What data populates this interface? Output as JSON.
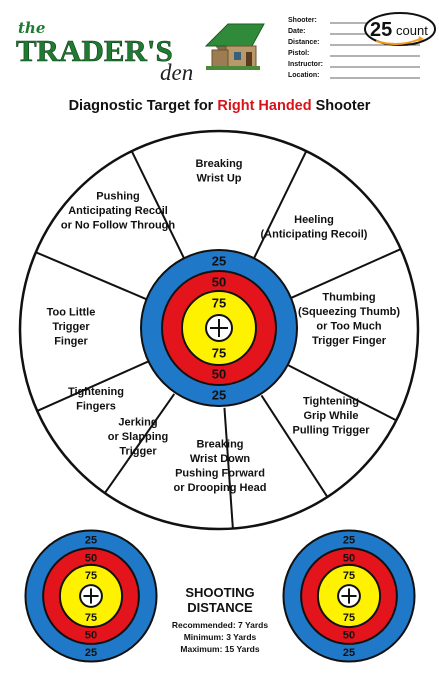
{
  "logo": {
    "the": "the",
    "main": "TRADER'S",
    "den": "den"
  },
  "fields": [
    "Shooter:",
    "Date:",
    "Distance:",
    "Pistol:",
    "Instructor:",
    "Location:"
  ],
  "count_badge": {
    "number": "25",
    "unit": "count"
  },
  "title": {
    "prefix": "Diagnostic Target for ",
    "highlight": "Right Handed",
    "suffix": " Shooter"
  },
  "colors": {
    "accent": "#d8141a",
    "logo_green": "#1f7a32",
    "ring_blue": "#1f78c8",
    "ring_red": "#e3141c",
    "ring_yellow": "#fff200"
  },
  "segments": [
    {
      "lines": [
        "Breaking",
        "Wrist Up"
      ]
    },
    {
      "lines": [
        "Heeling",
        "(Anticipating Recoil)"
      ]
    },
    {
      "lines": [
        "Thumbing",
        "(Squeezing Thumb)",
        "or Too Much",
        "Trigger Finger"
      ]
    },
    {
      "lines": [
        "Tightening",
        "Grip While",
        "Pulling Trigger"
      ]
    },
    {
      "lines": [
        "Breaking",
        "Wrist Down",
        "Pushing Forward",
        "or Drooping Head"
      ]
    },
    {
      "lines": [
        "Jerking",
        "or Slapping",
        "Trigger"
      ]
    },
    {
      "lines": [
        "Tightening",
        "Fingers"
      ]
    },
    {
      "lines": [
        "Too Little",
        "Trigger",
        "Finger"
      ]
    },
    {
      "lines": [
        "Pushing",
        "Anticipating Recoil",
        "or No Follow Through"
      ]
    }
  ],
  "rings": {
    "outer": "25",
    "middle": "50",
    "inner": "75"
  },
  "distance": {
    "heading": [
      "SHOOTING",
      "DISTANCE"
    ],
    "lines": [
      "Recommended: 7 Yards",
      "Minimum: 3 Yards",
      "Maximum: 15 Yards"
    ]
  }
}
